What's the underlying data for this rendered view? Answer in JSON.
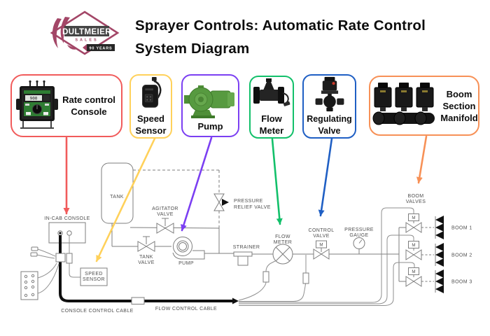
{
  "header": {
    "brand": "DULTMEIER",
    "brand_sub": "SALES",
    "brand_badge": "90 YEARS",
    "title": "Sprayer Controls: Automatic Rate Control System Diagram"
  },
  "colors": {
    "red": "#f15b5b",
    "yellow": "#ffd15a",
    "purple": "#7b3ff2",
    "green": "#12c06a",
    "blue": "#1f5fc4",
    "orange": "#f79157",
    "maroon": "#a34667"
  },
  "legend_boxes": [
    {
      "label": "Rate control Console",
      "color": "#f15b5b"
    },
    {
      "label": "Speed Sensor",
      "color": "#ffd15a"
    },
    {
      "label": "Pump",
      "color": "#7b3ff2"
    },
    {
      "label": "Flow Meter",
      "color": "#12c06a"
    },
    {
      "label": "Regulating Valve",
      "color": "#1f5fc4"
    },
    {
      "label": "Boom Section Manifold",
      "color": "#f79157"
    }
  ],
  "console_display": "900",
  "diagram": {
    "in_cab_console": "IN-CAB CONSOLE",
    "tank": "TANK",
    "agitator_valve": [
      "AGITATOR",
      "VALVE"
    ],
    "tank_valve": [
      "TANK",
      "VALVE"
    ],
    "pump": "PUMP",
    "pressure_relief": [
      "PRESSURE",
      "RELIEF VALVE"
    ],
    "strainer": "STRAINER",
    "flow_meter": [
      "FLOW",
      "METER"
    ],
    "control_valve": [
      "CONTROL",
      "VALVE"
    ],
    "pressure_gauge": [
      "PRESSURE",
      "GAUGE"
    ],
    "boom_valves": [
      "BOOM",
      "VALVES"
    ],
    "speed_sensor": [
      "SPEED",
      "SENSOR"
    ],
    "console_cable": "CONSOLE CONTROL CABLE",
    "flow_cable": "FLOW CONTROL CABLE",
    "booms": [
      "BOOM 1",
      "BOOM 2",
      "BOOM 3"
    ],
    "motor": "M"
  }
}
